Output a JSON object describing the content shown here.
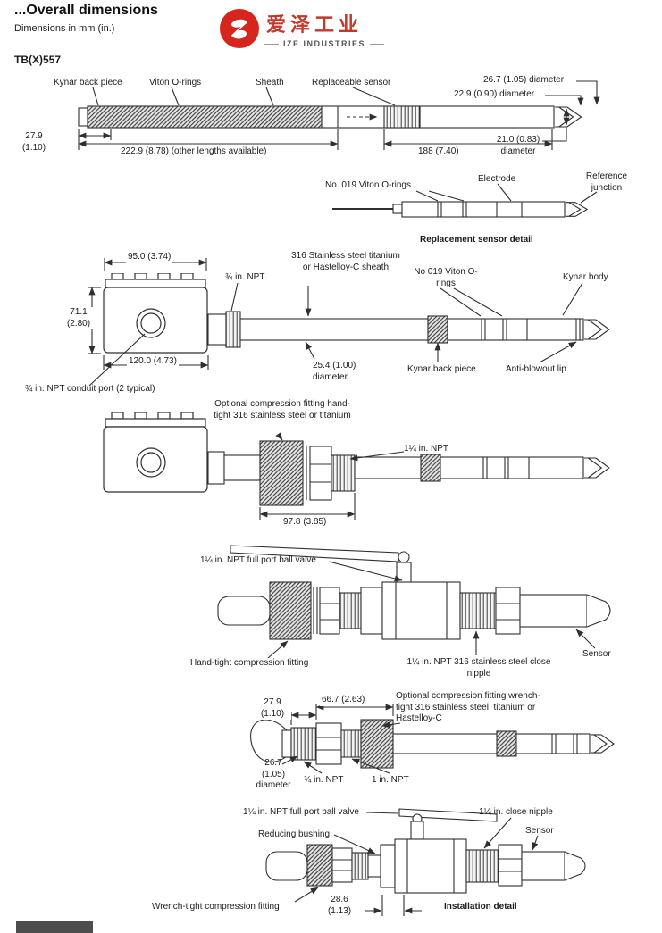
{
  "header": {
    "title": "...Overall dimensions",
    "subtitle": "Dimensions in mm (in.)",
    "model": "TB(X)557",
    "logo_cn": "爱泽工业",
    "logo_en": "IZE INDUSTRIES"
  },
  "d1": {
    "kynar_back_piece": "Kynar back piece",
    "viton_orings": "Viton O-rings",
    "sheath": "Sheath",
    "replaceable_sensor": "Replaceable sensor",
    "dia_267": "26.7 (1.05) diameter",
    "dia_229": "22.9 (0.90) diameter",
    "len_279": "27.9 (1.10)",
    "len_2229": "222.9 (8.78) (other lengths available)",
    "len_188": "188 (7.40)",
    "dia_210": "21.0 (0.83) diameter"
  },
  "d2": {
    "orings": "No. 019 Viton O-rings",
    "electrode": "Electrode",
    "reference_junction": "Reference junction",
    "caption": "Replacement sensor detail"
  },
  "d3": {
    "width_95": "95.0 (3.74)",
    "npt_34": "¾ in. NPT",
    "sheath_316": "316 Stainless steel titanium or Hastelloy-C sheath",
    "orings_019": "No 019 Viton O-rings",
    "kynar_body": "Kynar body",
    "height_711": "71.1 (2.80)",
    "width_120": "120.0 (4.73)",
    "conduit": "¾ in. NPT conduit port (2 typical)",
    "dia_254": "25.4 (1.00) diameter",
    "kynar_back_piece": "Kynar back piece",
    "anti_blowout": "Anti-blowout lip"
  },
  "d4": {
    "optional_fitting": "Optional compression fitting hand-tight 316 stainless steel or titanium",
    "npt_114": "1¼ in. NPT",
    "len_978": "97.8 (3.85)"
  },
  "d5": {
    "ball_valve": "1¼ in. NPT full port ball valve",
    "hand_tight": "Hand-tight compression fitting",
    "close_nipple": "1¼ in. NPT 316 stainless steel close nipple",
    "sensor": "Sensor"
  },
  "d6": {
    "len_279": "27.9 (1.10)",
    "len_667": "66.7 (2.63)",
    "optional_fitting": "Optional compression fitting wrench-tight 316 stainless steel, titanium or Hastelloy-C",
    "dia_267": "26.7 (1.05) diameter",
    "npt_34": "¾ in. NPT",
    "npt_1": "1 in. NPT"
  },
  "d7": {
    "ball_valve": "1¼ in. NPT full port ball valve",
    "reducing_bushing": "Reducing bushing",
    "close_nipple": "1¼ in. close nipple",
    "sensor": "Sensor",
    "wrench_tight": "Wrench-tight compression fitting",
    "len_286": "28.6 (1.13)",
    "caption": "Installation detail"
  },
  "colors": {
    "logo_red": "#d6251d",
    "line": "#2f2f2f"
  }
}
